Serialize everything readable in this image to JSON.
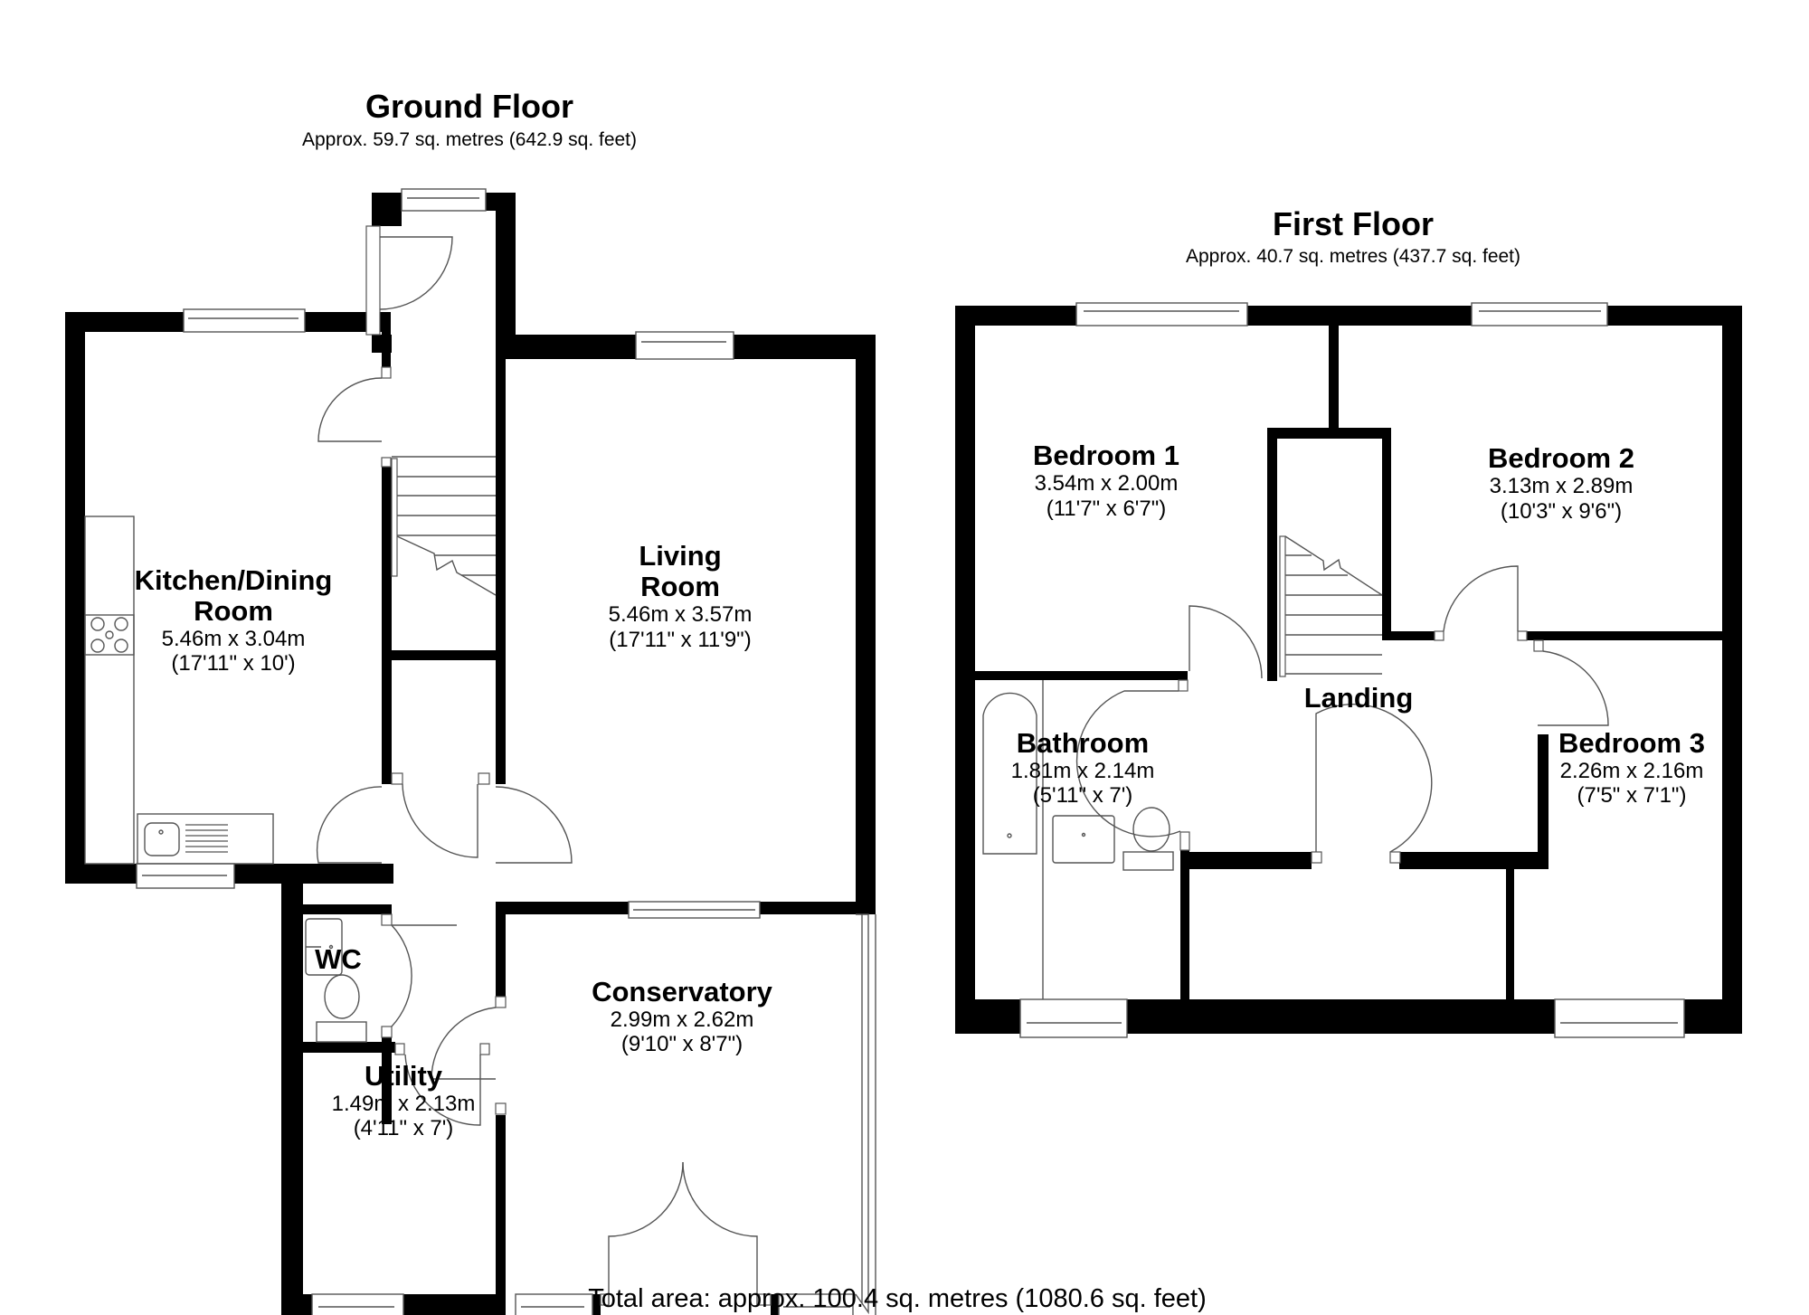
{
  "ground_floor": {
    "title": "Ground Floor",
    "area": "Approx. 59.7 sq. metres (642.9 sq. feet)",
    "rooms": [
      {
        "name_line1": "Kitchen/Dining",
        "name_line2": "Room",
        "dim_m": "5.46m x 3.04m",
        "dim_ft": "(17'11\" x 10')"
      },
      {
        "name_line1": "Living",
        "name_line2": "Room",
        "dim_m": "5.46m x 3.57m",
        "dim_ft": "(17'11\" x 11'9\")"
      },
      {
        "name_line1": "WC"
      },
      {
        "name_line1": "Utility",
        "dim_m": "1.49m x 2.13m",
        "dim_ft": "(4'11\" x 7')"
      },
      {
        "name_line1": "Conservatory",
        "dim_m": "2.99m x 2.62m",
        "dim_ft": "(9'10\" x 8'7\")"
      }
    ]
  },
  "first_floor": {
    "title": "First Floor",
    "area": "Approx. 40.7 sq. metres (437.7 sq. feet)",
    "rooms": [
      {
        "name_line1": "Bedroom 1",
        "dim_m": "3.54m x 2.00m",
        "dim_ft": "(11'7\" x 6'7\")"
      },
      {
        "name_line1": "Bedroom 2",
        "dim_m": "3.13m x 2.89m",
        "dim_ft": "(10'3\" x 9'6\")"
      },
      {
        "name_line1": "Landing"
      },
      {
        "name_line1": "Bathroom",
        "dim_m": "1.81m x 2.14m",
        "dim_ft": "(5'11\" x 7')"
      },
      {
        "name_line1": "Bedroom 3",
        "dim_m": "2.26m x 2.16m",
        "dim_ft": "(7'5\" x 7'1\")"
      }
    ]
  },
  "total_area": "Total area: approx. 100.4 sq. metres (1080.6 sq. feet)"
}
